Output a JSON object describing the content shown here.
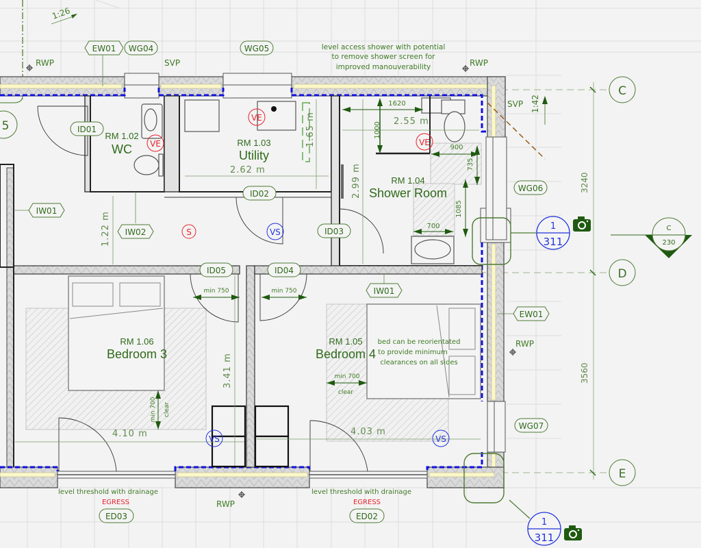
{
  "scales": {
    "top_left": "1:26",
    "right": "1:42"
  },
  "rooms": [
    {
      "id": "wc",
      "number": "RM 1.02",
      "name": "WC"
    },
    {
      "id": "utility",
      "number": "RM 1.03",
      "name": "Utility"
    },
    {
      "id": "shower",
      "number": "RM 1.04",
      "name": "Shower Room"
    },
    {
      "id": "bed4",
      "number": "RM 1.05",
      "name": "Bedroom 4"
    },
    {
      "id": "bed3",
      "number": "RM 1.06",
      "name": "Bedroom 3"
    }
  ],
  "tags": {
    "EW01_top": "EW01",
    "WG04": "WG04",
    "WG05": "WG05",
    "ID01": "ID01",
    "ID02": "ID02",
    "ID03": "ID03",
    "ID04": "ID04",
    "ID05": "ID05",
    "IW01_left": "IW01",
    "IW02": "IW02",
    "IW01_bed4": "IW01",
    "WG06": "WG06",
    "EW01_right": "EW01",
    "WG07": "WG07",
    "ED03": "ED03",
    "ED02": "ED02"
  },
  "labels": {
    "RWP": "RWP",
    "SVP": "SVP"
  },
  "symbols": {
    "VE": "VE",
    "VS": "VS",
    "S": "S"
  },
  "dimensions": {
    "utility_w": "2.62 m",
    "utility_h": "1.65 m",
    "shower_w": "2.55 m",
    "shower_h": "2.99 m",
    "corridor_h": "1.22 m",
    "bed3_w": "4.10 m",
    "bed3_h": "3.41 m",
    "bed4_w": "4.03 m",
    "d1620": "1620",
    "d1000": "1000",
    "d900": "900",
    "d735": "735",
    "d1085": "1085",
    "d700": "700",
    "min750": "min 750",
    "min700": "min 700",
    "clear": "clear",
    "grid_cd": "3240",
    "grid_de": "3560"
  },
  "notes": {
    "shower": [
      "level access shower with potential",
      "to remove shower screen for",
      "improved manouverability"
    ],
    "bed": [
      "bed can be reorientated",
      "to provide minimum",
      "clearances on all sides"
    ],
    "threshold": "level threshold with drainage",
    "egress": "EGRESS"
  },
  "grid": {
    "C": "C",
    "D": "D",
    "E": "E",
    "five": "5"
  },
  "section": {
    "letter": "C",
    "sheet": "230"
  },
  "views": [
    {
      "num": "1",
      "sheet": "311",
      "icon": "camera-icon"
    },
    {
      "num": "1",
      "sheet": "311",
      "icon": "camera-icon"
    }
  ],
  "colors": {
    "green": "#2f6a1a",
    "red": "#e8222a",
    "blue": "#2233dd",
    "vcl": "#1010e0"
  }
}
